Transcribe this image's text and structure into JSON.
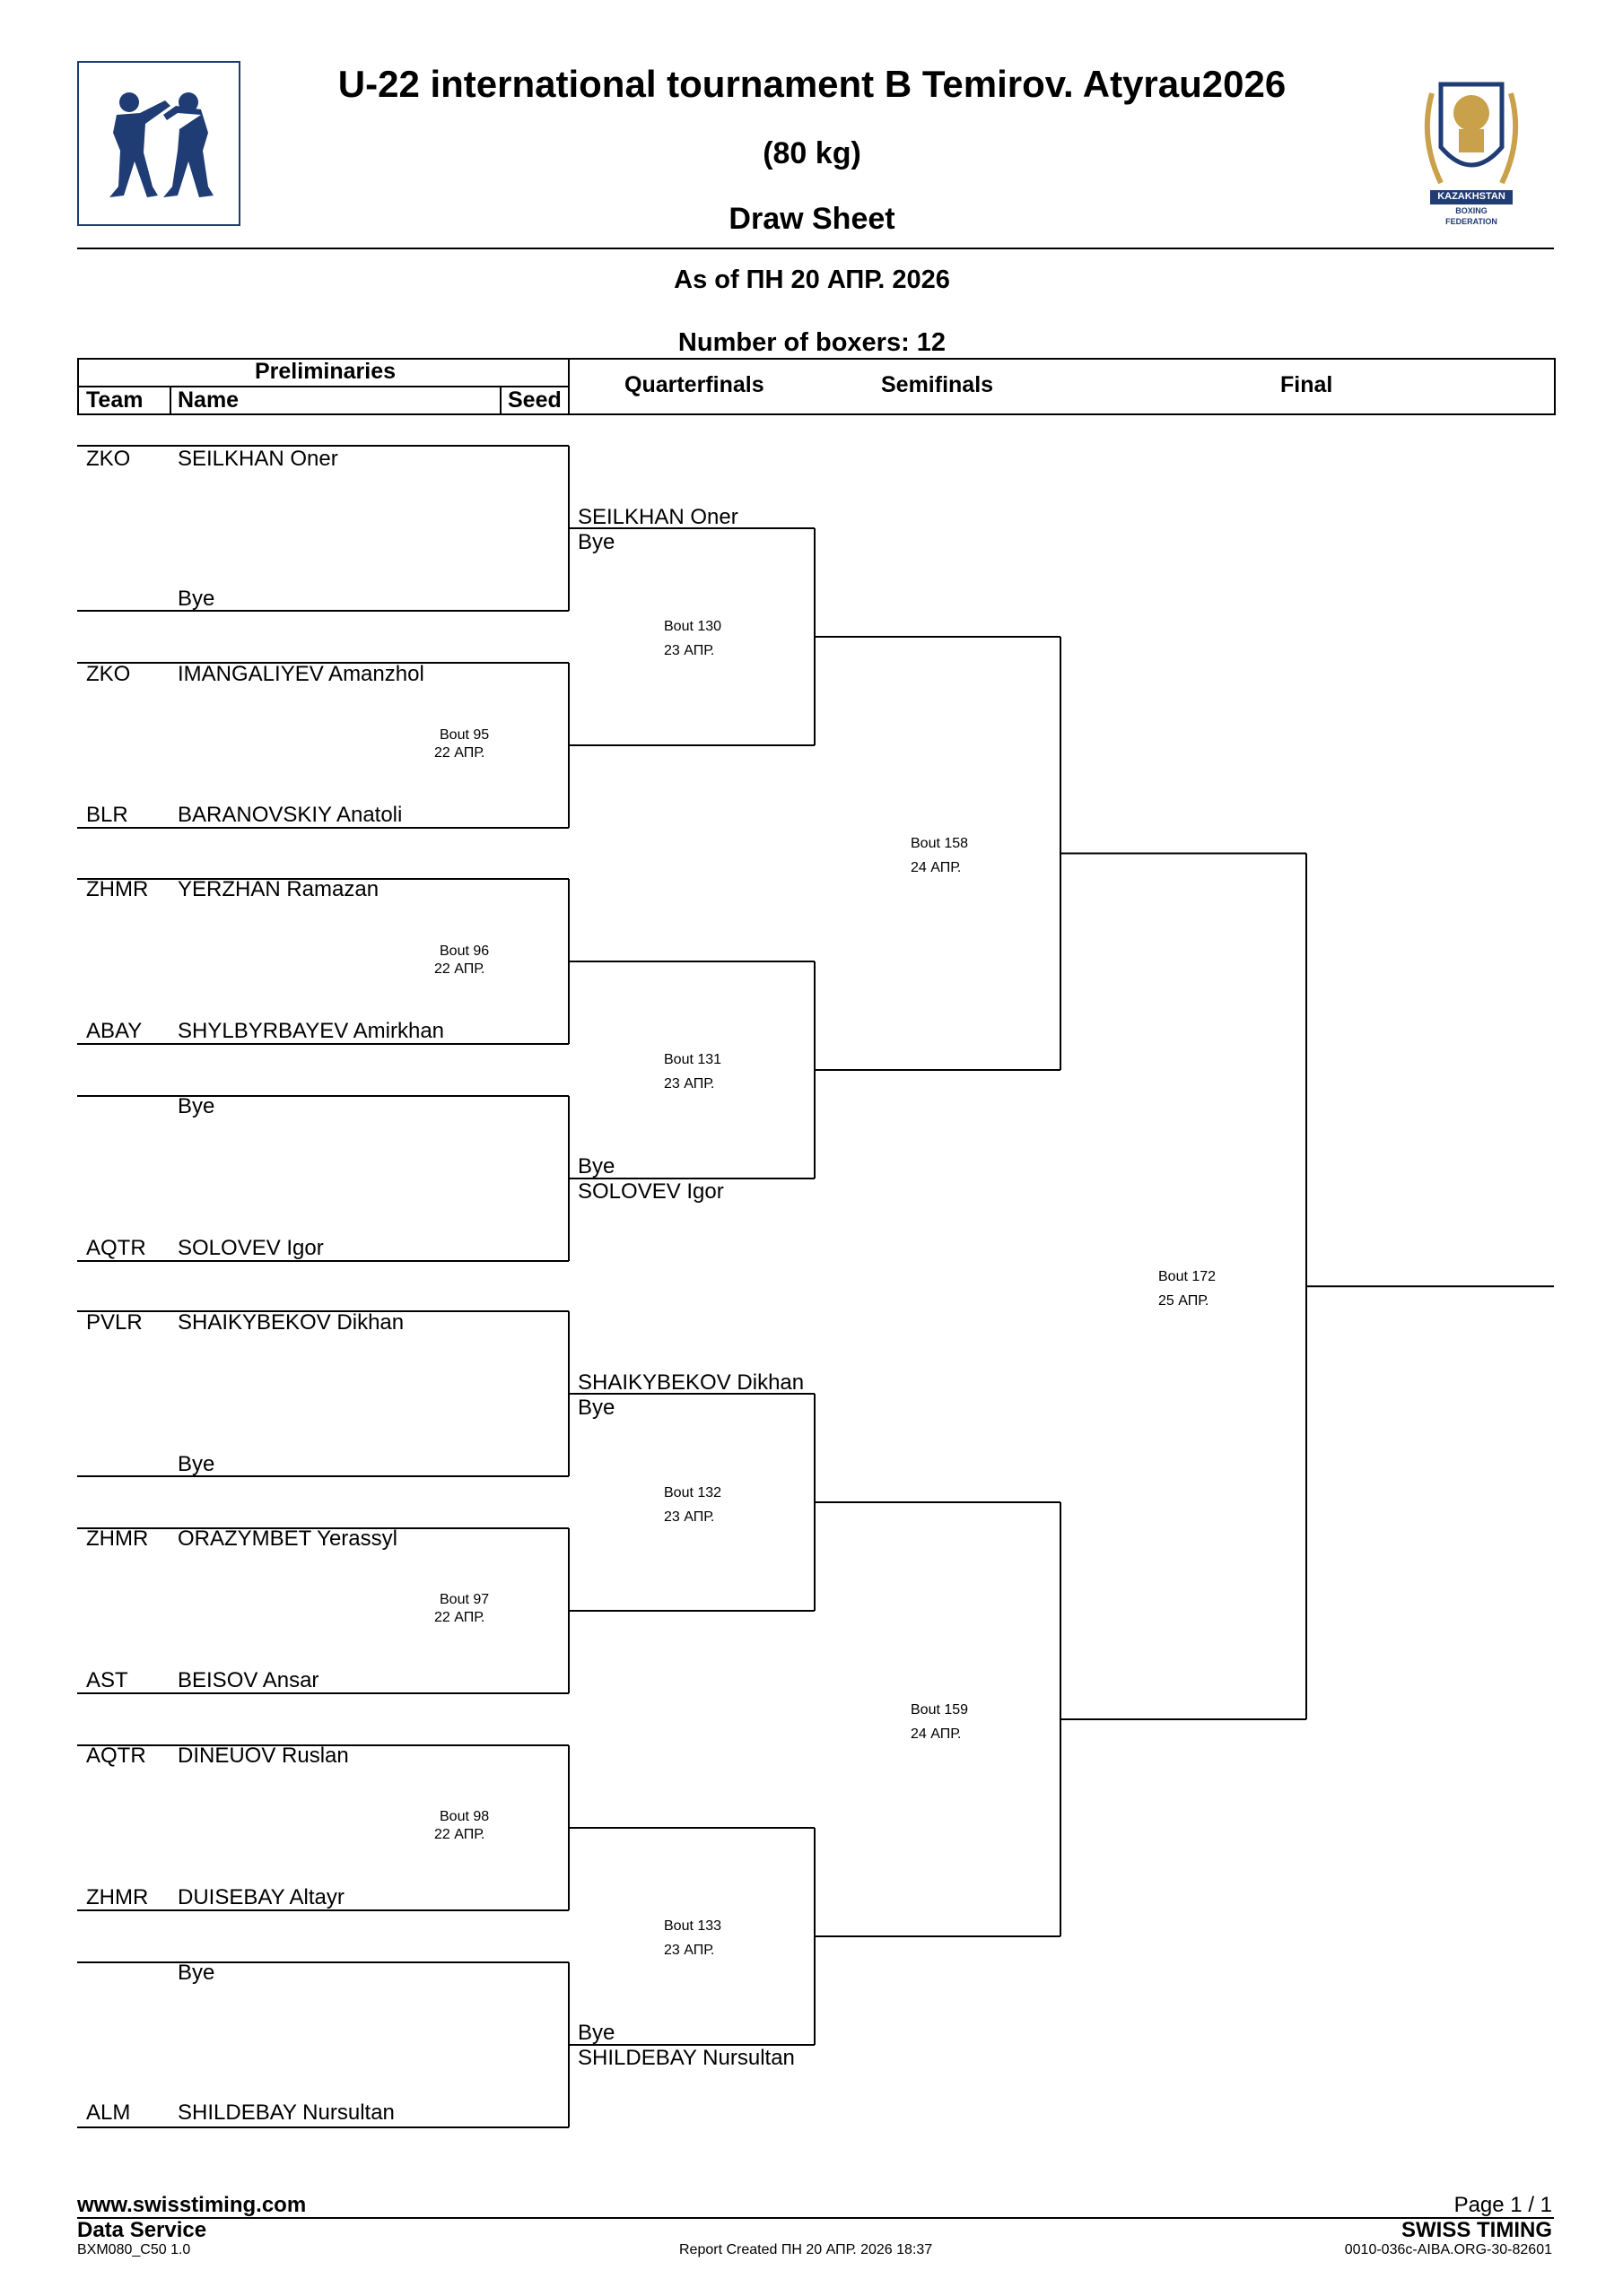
{
  "header": {
    "title": "U-22 international tournament B Temirov. Atyrau2026",
    "weight": "(80 kg)",
    "sheet": "Draw Sheet",
    "as_of": "As of ПН 20 АПР. 2026",
    "boxers": "Number of boxers: 12",
    "federation_logo_text": [
      "KAZAKHSTAN",
      "BOXING",
      "FEDERATION"
    ]
  },
  "columns": {
    "preliminaries": "Preliminaries",
    "team": "Team",
    "name": "Name",
    "seed": "Seed",
    "quarterfinals": "Quarterfinals",
    "semifinals": "Semifinals",
    "final": "Final"
  },
  "entries": [
    {
      "team": "ZKO",
      "name": "SEILKHAN Oner"
    },
    {
      "team": "",
      "name": "Bye"
    },
    {
      "team": "ZKO",
      "name": "IMANGALIYEV Amanzhol"
    },
    {
      "team": "BLR",
      "name": "BARANOVSKIY Anatoli"
    },
    {
      "team": "ZHMR",
      "name": "YERZHAN Ramazan"
    },
    {
      "team": "ABAY",
      "name": "SHYLBYRBAYEV Amirkhan"
    },
    {
      "team": "",
      "name": "Bye"
    },
    {
      "team": "AQTR",
      "name": "SOLOVEV Igor"
    },
    {
      "team": "PVLR",
      "name": "SHAIKYBEKOV Dikhan"
    },
    {
      "team": "",
      "name": "Bye"
    },
    {
      "team": "ZHMR",
      "name": "ORAZYMBET Yerassyl"
    },
    {
      "team": "AST",
      "name": "BEISOV Ansar"
    },
    {
      "team": "AQTR",
      "name": "DINEUOV Ruslan"
    },
    {
      "team": "ZHMR",
      "name": "DUISEBAY Altayr"
    },
    {
      "team": "",
      "name": "Bye"
    },
    {
      "team": "ALM",
      "name": "SHILDEBAY Nursultan"
    }
  ],
  "prelim_bouts": [
    {
      "bout": "Bout 95",
      "date": "22 АПР."
    },
    {
      "bout": "Bout 96",
      "date": "22 АПР."
    },
    {
      "bout": "Bout 97",
      "date": "22 АПР."
    },
    {
      "bout": "Bout 98",
      "date": "22 АПР."
    }
  ],
  "qf_entries": [
    {
      "top": "SEILKHAN Oner",
      "bottom": "Bye"
    },
    {
      "top": "Bye",
      "bottom": "SOLOVEV Igor"
    },
    {
      "top": "SHAIKYBEKOV Dikhan",
      "bottom": "Bye"
    },
    {
      "top": "Bye",
      "bottom": "SHILDEBAY Nursultan"
    }
  ],
  "qf_bouts": [
    {
      "bout": "Bout 130",
      "date": "23 АПР."
    },
    {
      "bout": "Bout 131",
      "date": "23 АПР."
    },
    {
      "bout": "Bout 132",
      "date": "23 АПР."
    },
    {
      "bout": "Bout 133",
      "date": "23 АПР."
    }
  ],
  "sf_bouts": [
    {
      "bout": "Bout 158",
      "date": "24 АПР."
    },
    {
      "bout": "Bout 159",
      "date": "24 АПР."
    }
  ],
  "final_bout": {
    "bout": "Bout 172",
    "date": "25 АПР."
  },
  "footer": {
    "website": "www.swisstiming.com",
    "page": "Page 1 / 1",
    "service": "Data Service",
    "brand": "SWISS TIMING",
    "code": "BXM080_C50 1.0",
    "report": "Report Created  ПН 20 АПР. 2026 18:37",
    "ref": "0010-036c-AIBA.ORG-30-82601"
  }
}
